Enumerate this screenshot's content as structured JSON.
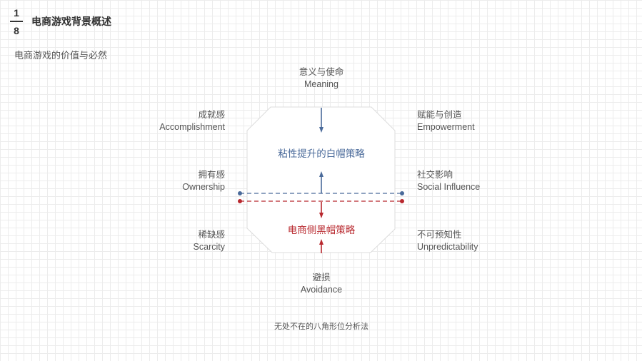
{
  "header": {
    "page_current": "1",
    "page_total": "8",
    "section_title": "电商游戏背景概述",
    "subtitle": "电商游戏的价值与必然"
  },
  "octalysis": {
    "top": {
      "cn": "意义与使命",
      "en": "Meaning"
    },
    "top_left": {
      "cn": "成就感",
      "en": "Accomplishment"
    },
    "top_right": {
      "cn": "赋能与创造",
      "en": "Empowerment"
    },
    "mid_left": {
      "cn": "拥有感",
      "en": "Ownership"
    },
    "mid_right": {
      "cn": "社交影响",
      "en": "Social Influence"
    },
    "bottom_left": {
      "cn": "稀缺感",
      "en": "Scarcity"
    },
    "bottom_right": {
      "cn": "不可预知性",
      "en": "Unpredictability"
    },
    "bottom": {
      "cn": "避损",
      "en": "Avoidance"
    },
    "white_hat": "粘性提升的白帽策略",
    "black_hat": "电商侧黑帽策略"
  },
  "colors": {
    "white_hat": "#4a6a9a",
    "black_hat": "#b8282e",
    "octagon_border": "#dcdcdc",
    "grid": "#ececec"
  },
  "caption": "无处不在的八角形位分析法"
}
